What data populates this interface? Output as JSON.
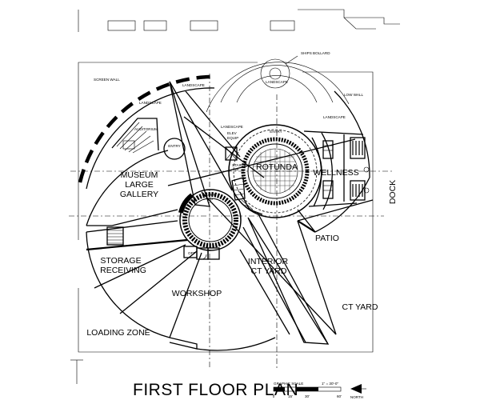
{
  "title": "FIRST FLOOR PLAN",
  "rooms": {
    "museum_line1": "MUSEUM",
    "museum_line2": "LARGE",
    "museum_line3": "GALLERY",
    "rotunda": "ROTUNDA",
    "wellness": "WELLNESS",
    "patio": "PATIO",
    "storage_line1": "STORAGE",
    "storage_line2": "RECEIVING",
    "interior_ct_line1": "INTERIOR",
    "interior_ct_line2": "CT YARD",
    "workshop": "WORKSHOP",
    "ct_yard": "CT YARD",
    "loading_zone": "LOADING ZONE",
    "dock": "DOCK"
  },
  "small_labels": {
    "ships_bollard": "SHIPS BOLLARD",
    "landscape_top": "LANDSCAPE",
    "screen_wall": "SCREEN WALL",
    "landscape_nw": "LANDSCAPE",
    "landscape_arc": "LANDSCAPE",
    "auditorium": "AUDITORIUM",
    "entry_west": "ENTRY",
    "landscape_mid": "LANDSCAPE",
    "elev_line1": "ELEV",
    "elev_line2": "EQUIP",
    "entry_rotunda": "ENTRY",
    "low_wall": "LOW WALL",
    "landscape_ne": "LANDSCAPE",
    "stairs_line1": "STAIRS",
    "stairs_line2": "UP",
    "ramp_line1": "RAMP",
    "ramp_line2": "UP",
    "office": "OFF"
  },
  "scale_bar": {
    "caption": "GRAPHIC SCALE",
    "ratio": "1\" = 30'-0\"",
    "ticks": [
      "0",
      "15'",
      "30'",
      "60'"
    ],
    "north": "NORTH"
  }
}
